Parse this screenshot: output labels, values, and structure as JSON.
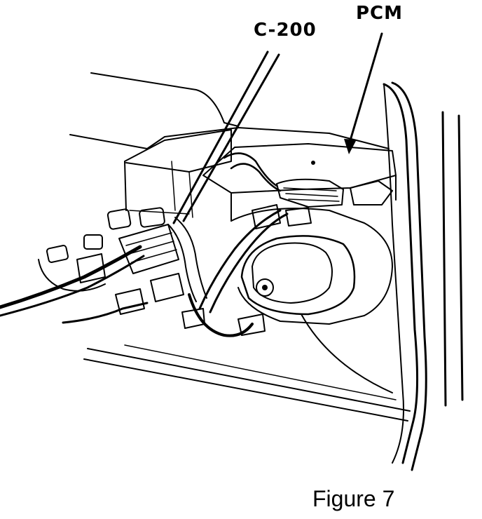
{
  "callouts": {
    "pcm": "PCM",
    "connector": "C-200"
  },
  "caption": "Figure 7",
  "colors": {
    "ink": "#000000",
    "paper": "#ffffff"
  }
}
